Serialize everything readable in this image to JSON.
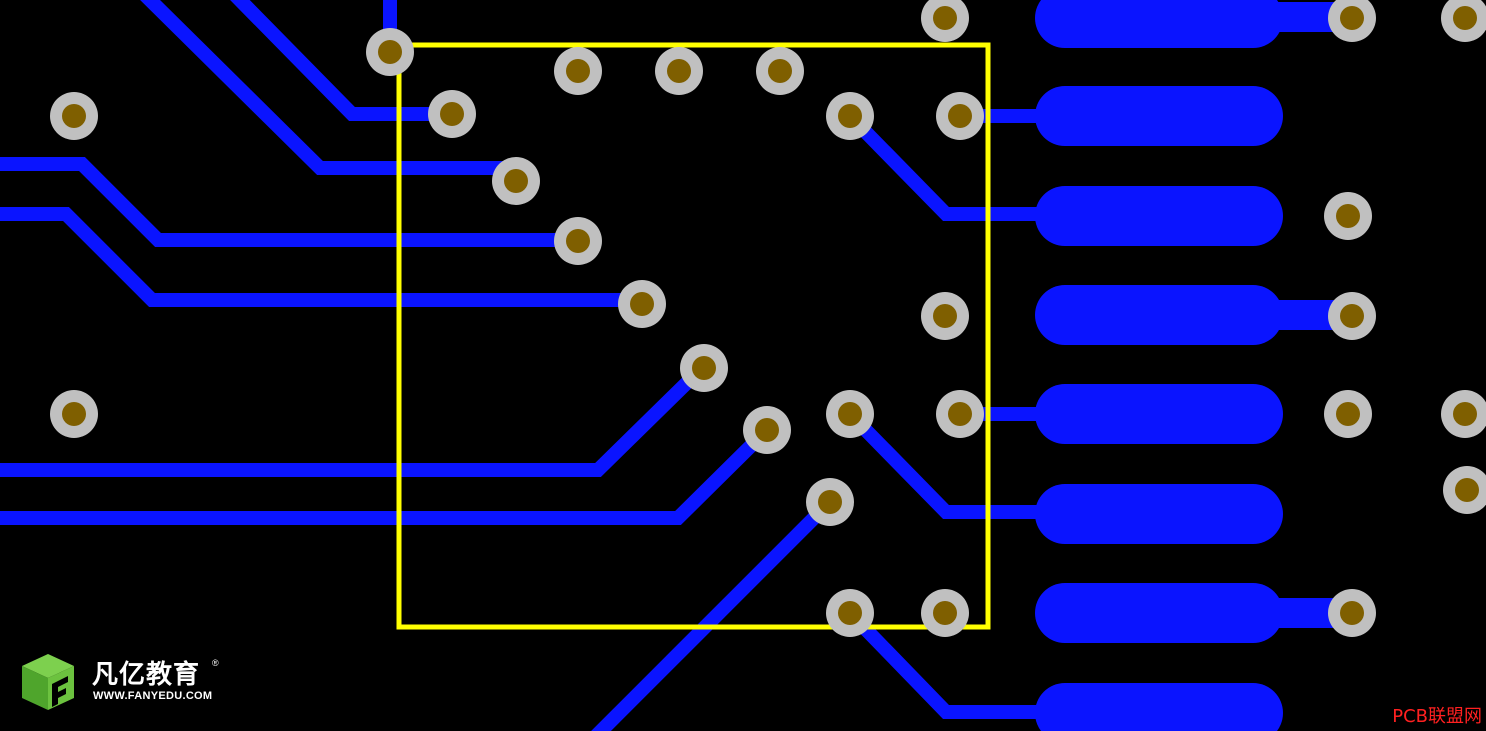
{
  "colors": {
    "background": "#000000",
    "trace": "#0A14FF",
    "pad_ring": "#C0C0C0",
    "drill": "#7F5F00",
    "outline": "#FFFF00",
    "logo_green": "#5FB83A",
    "watermark": "#FF2020"
  },
  "logo": {
    "name": "凡亿教育",
    "url": "WWW.FANYEDU.COM",
    "registered": "®"
  },
  "watermark": {
    "text": "PCB联盟网"
  }
}
